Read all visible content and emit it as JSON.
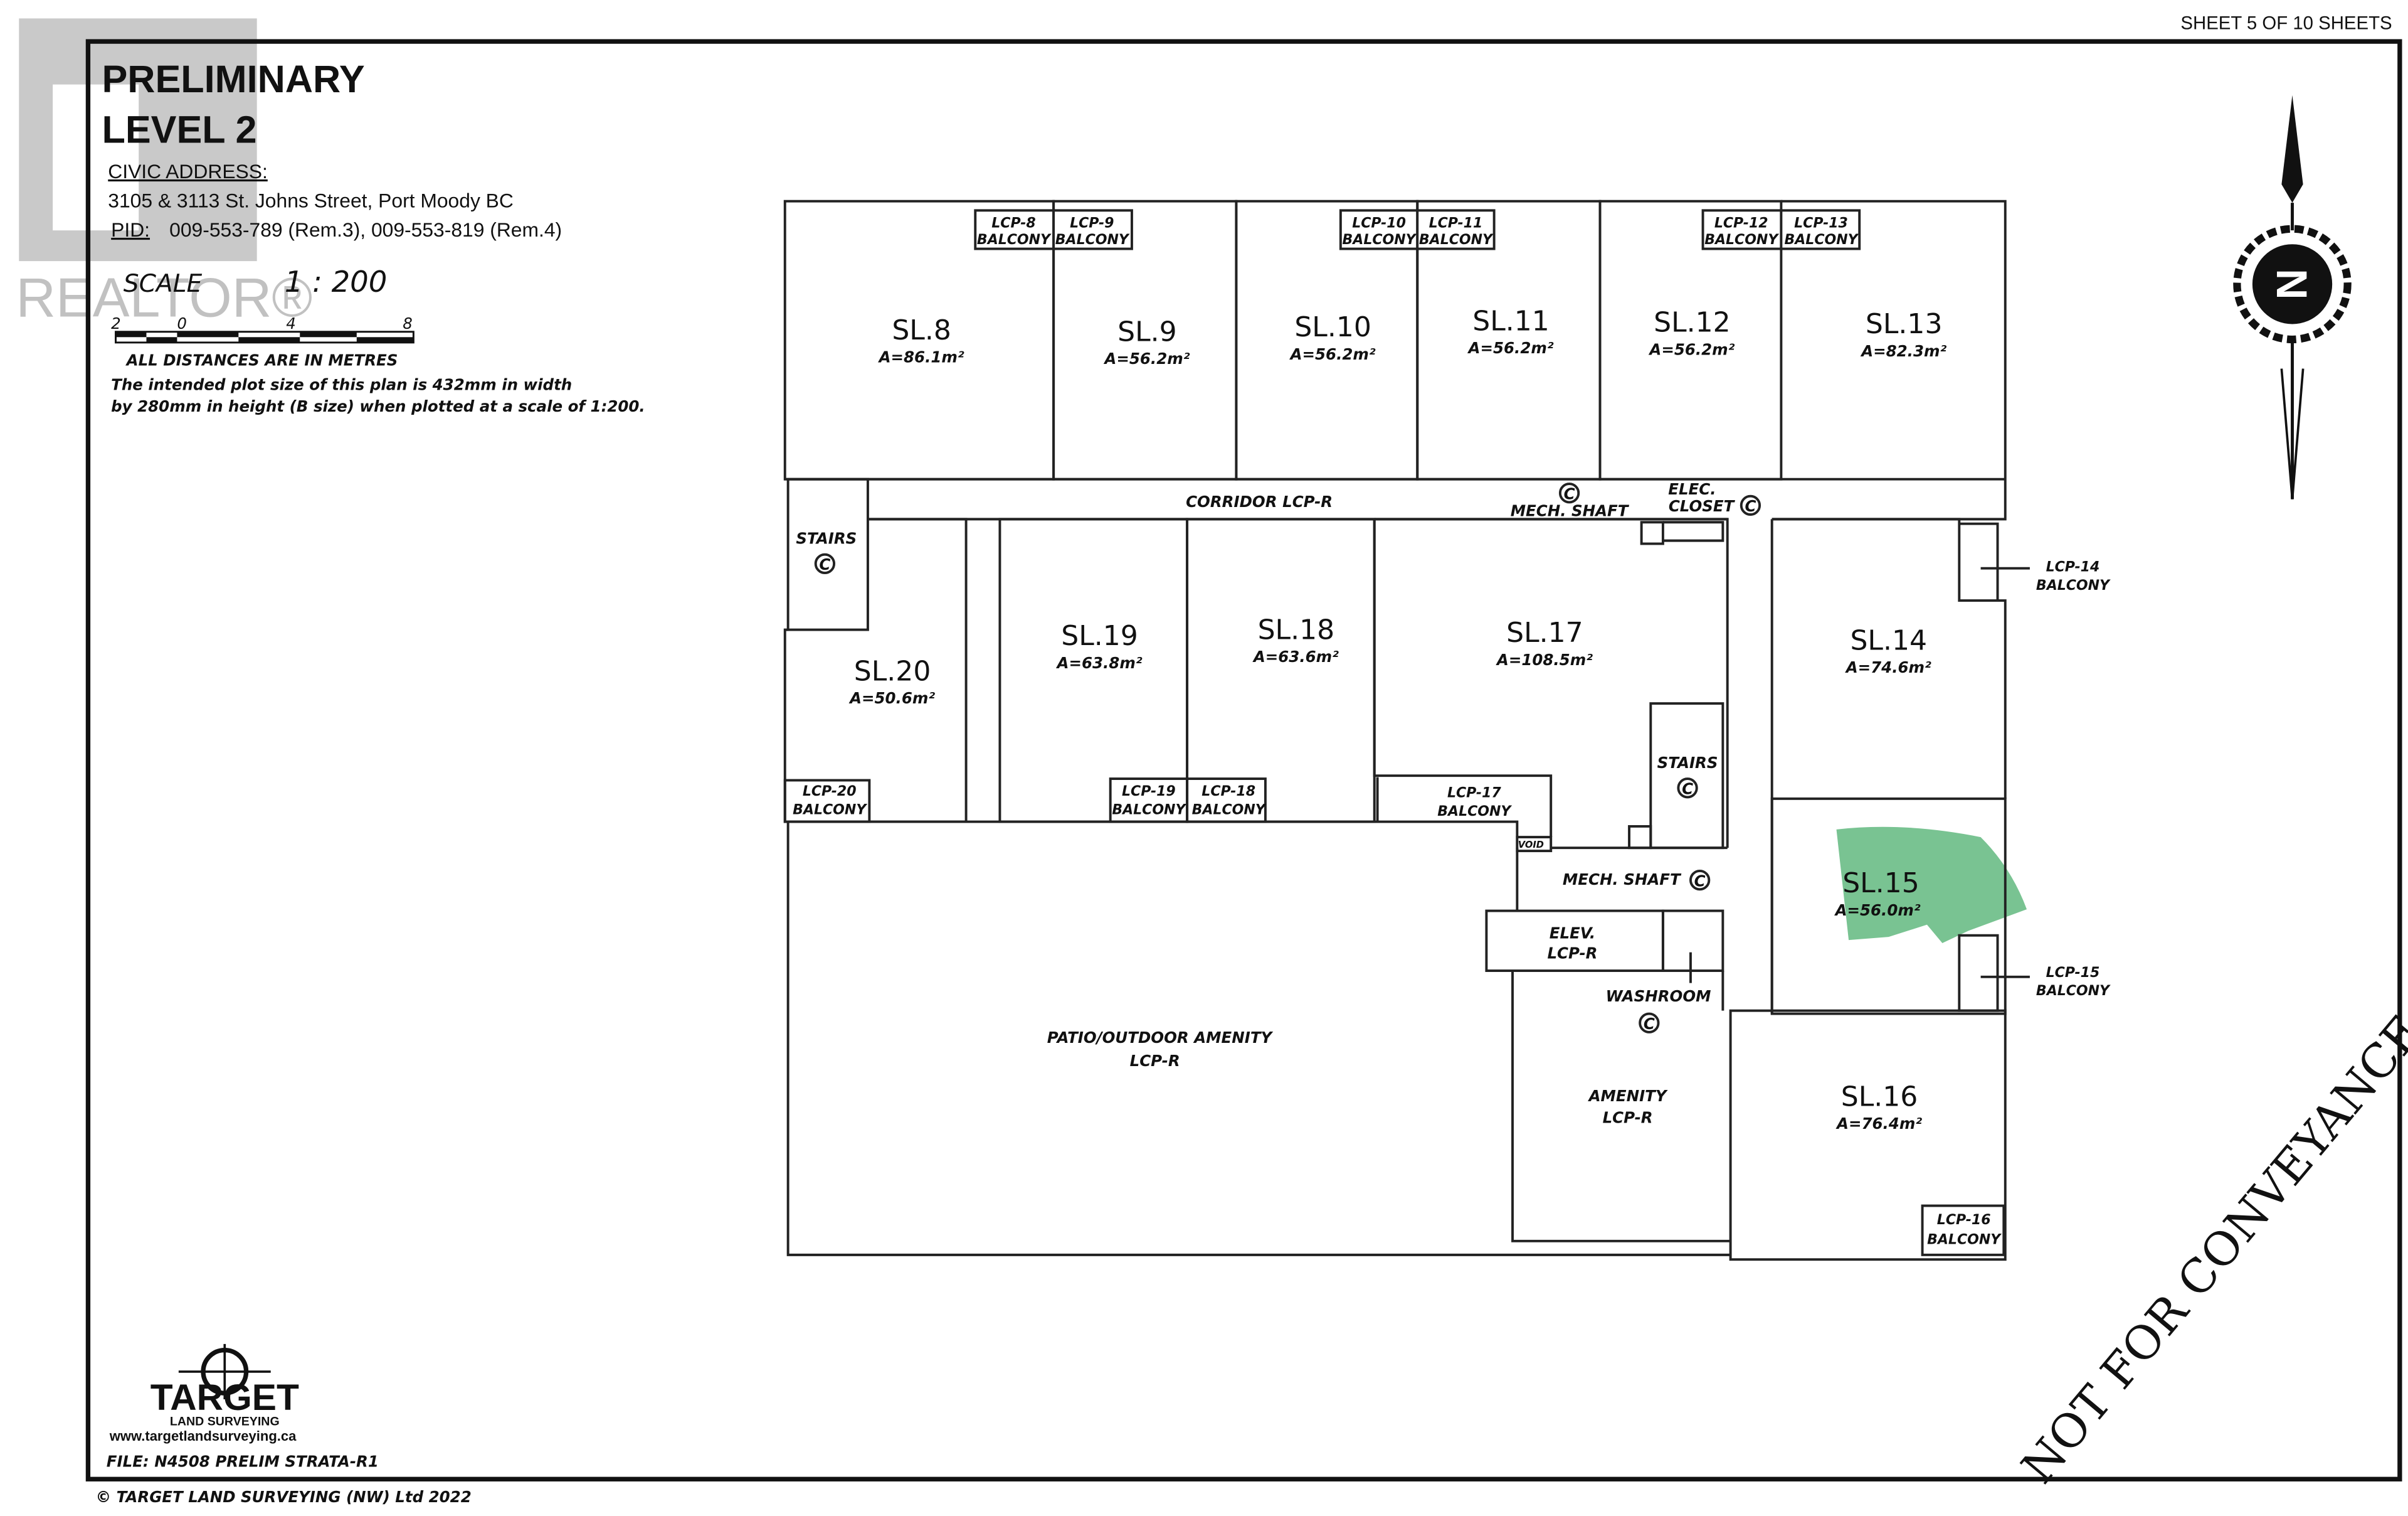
{
  "sheet": "SHEET 5 OF 10 SHEETS",
  "title": {
    "line1": "PRELIMINARY",
    "line2": "LEVEL  2"
  },
  "civic_label": "CIVIC ADDRESS:",
  "address": "3105 & 3113 St. Johns Street, Port Moody BC",
  "pid_label": "PID:",
  "pid": "009-553-789 (Rem.3), 009-553-819 (Rem.4)",
  "scale": {
    "label": "SCALE",
    "value": "1 : 200",
    "ticks": [
      "2",
      "0",
      "4",
      "8"
    ]
  },
  "distances_note": "ALL DISTANCES ARE IN METRES",
  "plot_note": [
    "The intended plot size of this plan is 432mm in width",
    "by 280mm in height (B size) when plotted at a scale of 1:200."
  ],
  "watermark": "REALTOR®",
  "units": [
    {
      "label": "SL.8",
      "area": "A=86.1m²"
    },
    {
      "label": "SL.9",
      "area": "A=56.2m²"
    },
    {
      "label": "SL.10",
      "area": "A=56.2m²"
    },
    {
      "label": "SL.11",
      "area": "A=56.2m²"
    },
    {
      "label": "SL.12",
      "area": "A=56.2m²"
    },
    {
      "label": "SL.13",
      "area": "A=82.3m²"
    },
    {
      "label": "SL.14",
      "area": "A=74.6m²"
    },
    {
      "label": "SL.15",
      "area": "A=56.0m²"
    },
    {
      "label": "SL.16",
      "area": "A=76.4m²"
    },
    {
      "label": "SL.17",
      "area": "A=108.5m²"
    },
    {
      "label": "SL.18",
      "area": "A=63.6m²"
    },
    {
      "label": "SL.19",
      "area": "A=63.8m²"
    },
    {
      "label": "SL.20",
      "area": "A=50.6m²"
    }
  ],
  "balconies": [
    "LCP-8",
    "LCP-9",
    "LCP-10",
    "LCP-11",
    "LCP-12",
    "LCP-13",
    "LCP-14",
    "LCP-15",
    "LCP-16",
    "LCP-17",
    "LCP-18",
    "LCP-19",
    "LCP-20"
  ],
  "balcony_word": "BALCONY",
  "common": {
    "corridor": "CORRIDOR   LCP-R",
    "stairs": "STAIRS",
    "mech_shaft": "MECH. SHAFT",
    "elec": "ELEC.",
    "closet": "CLOSET",
    "elev": "ELEV.",
    "lcpr": "LCP-R",
    "washroom": "WASHROOM",
    "amenity": "AMENITY",
    "patio": "PATIO/OUTDOOR AMENITY",
    "void": "VOID",
    "c": "C"
  },
  "highlight_color": "#4caf6e",
  "north_symbol": "N",
  "stamp": "NOT FOR CONVEYANCE",
  "logo": {
    "name": "TARGET",
    "sub": "LAND SURVEYING",
    "url": "www.targetlandsurveying.ca"
  },
  "file": "FILE:  N4508 PRELIM STRATA-R1",
  "copyright": "© TARGET LAND SURVEYING (NW) Ltd 2022"
}
